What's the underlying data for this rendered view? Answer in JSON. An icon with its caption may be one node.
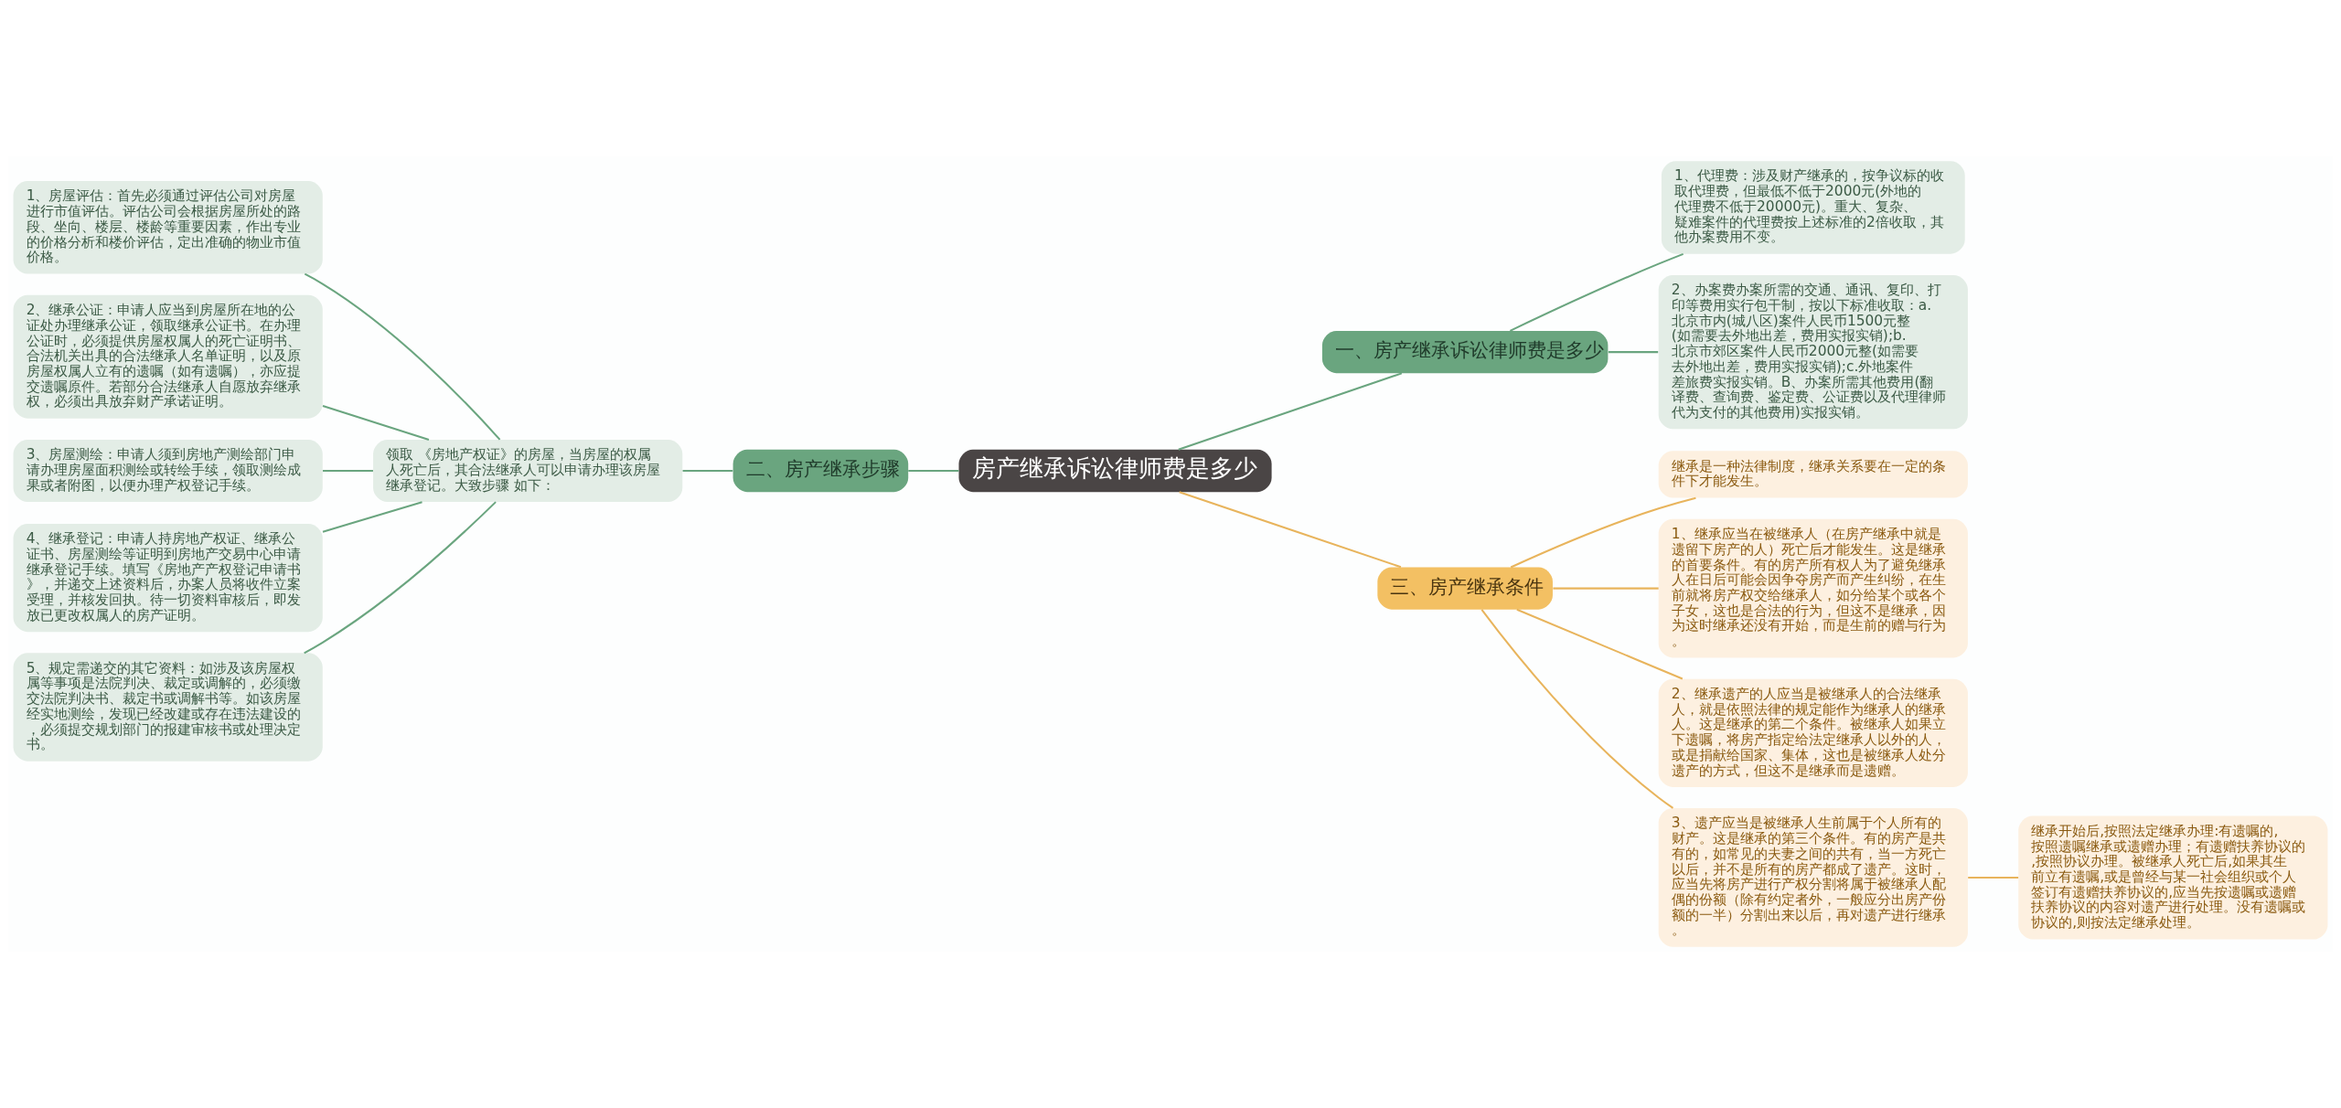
{
  "diagram": {
    "nodes": [
      {
        "text": [
          "房产继承诉讼律师费是多少"
        ]
      },
      {
        "text": [
          "一、房产继承诉讼律师费是多少"
        ]
      },
      {
        "text": [
          "1、代理费：涉及财产继承的，按争议标的收取代理费，但最低不低于2000元(外地的代理费不低于20000元)。重大、复杂、疑难案件的代理费按上述标准的2倍收取，其他办案费用不变。"
        ]
      },
      {
        "text": [
          "2、办案费办案所需的交通、通讯、复印、打印等费用实行包干制，按以下标准收取：a.北京市内(城八区)案件人民币1500元整(如需要去外地出差，费用实报实销);b.北京市郊区案件人民币2000元整(如需要去外地出差，费用实报实销);c.外地案件差旅费实报实销。B、办案所需其他费用(翻译费、查询费、鉴定费、公证费以及代理律师代为支付的其他费用)实报实销。"
        ]
      },
      {
        "text": [
          "二、房产继承步骤"
        ]
      },
      {
        "text": [
          "领取 《房地产权证》的房屋，当房屋的权属人死亡后，其合法继承人可以申请办理该房屋继承登记。大致步骤 如下："
        ]
      },
      {
        "text": [
          "1、房屋评估：首先必须通过评估公司对房屋进行市值评估。评估公司会根据房屋所处的路段、坐向、楼层、楼龄等重要因素，作出专业的价格分析和楼价评估，定出准确的物业市值价格。"
        ]
      },
      {
        "text": [
          "2、继承公证：申请人应当到房屋所在地的公证处办理继承公证，领取继承公证书。在办理公证时，必须提供房屋权属人的死亡证明书、合法机关出具的合法继承人名单证明，以及原房屋权属人立有的遗嘱（如有遗嘱），亦应提交遗嘱原件。若部分合法继承人自愿放弃继承权，必须出具放弃财产承诺证明。"
        ]
      },
      {
        "text": [
          "3、房屋测绘：申请人须到房地产测绘部门申请办理房屋面积测绘或转绘手续，领取测绘成果或者附图，以便办理产权登记手续。"
        ]
      },
      {
        "text": [
          "4、继承登记：申请人持房地产权证、继承公证书、房屋测绘等证明到房地产交易中心申请继承登记手续。填写《房地产产权登记申请书》，并递交上述资料后，办案人员将收件立案受理，并核发回执。待一切资料审核后，即发放已更改权属人的房产证明。"
        ]
      },
      {
        "text": [
          "5、规定需递交的其它资料：如涉及该房屋权属等事项是法院判决、裁定或调解的，必须缴交法院判决书、裁定书或调解书等。如该房屋经实地测绘，发现已经改建或存在违法建设的，必须提交规划部门的报建审核书或处理决定书。"
        ]
      },
      {
        "text": [
          "三、房产继承条件"
        ]
      },
      {
        "text": [
          "继承是一种法律制度，继承关系要在一定的条件下才能发生。"
        ]
      },
      {
        "text": [
          "1、继承应当在被继承人（在房产继承中就是遗留下房产的人）死亡后才能发生。这是继承的首要条件。有的房产所有权人为了避免继承人在日后可能会因争夺房产而产生纠纷，在生前就将房产权交给继承人，如分给某个或各个子女，这也是合法的行为，但这不是继承，因为这时继承还没有开始，而是生前的赠与行为。"
        ]
      },
      {
        "text": [
          "2、继承遗产的人应当是被继承人的合法继承人，就是依照法律的规定能作为继承人的继承人。这是继承的第二个条件。被继承人如果立下遗嘱，将房产指定给法定继承人以外的人，或是捐献给国家、集体，这也是被继承人处分遗产的方式，但这不是继承而是遗赠。"
        ]
      },
      {
        "text": [
          "3、遗产应当是被继承人生前属于个人所有的财产。这是继承的第三个条件。有的房产是共有的，如常见的夫妻之间的共有，当一方死亡以后，并不是所有的房产都成了遗产。这时，应当先将房产进行产权分割将属于被继承人配偶的份额（除有约定者外，一般应分出房产份额的一半）分割出来以后，再对遗产进行继承。"
        ]
      },
      {
        "text": [
          "继承开始后,按照法定继承办理:有遗嘱的,按照遗嘱继承或遗赠办理；有遗赠扶养协议的,按照协议办理。被继承人死亡后,如果其生前立有遗嘱,或是曾经与某一社会组织或个人签订有遗赠扶养协议的,应当先按遗嘱或遗赠扶养协议的内容对遗产进行处理。没有遗嘱或协议的,则按法定继承处理。"
        ]
      }
    ],
    "edges": [
      {
        "from": 0,
        "to": 1,
        "arrow": "none"
      },
      {
        "from": 1,
        "to": 2,
        "arrow": "none"
      },
      {
        "from": 1,
        "to": 3,
        "arrow": "none"
      },
      {
        "from": 0,
        "to": 4,
        "arrow": "none"
      },
      {
        "from": 4,
        "to": 5,
        "arrow": "none"
      },
      {
        "from": 5,
        "to": 6,
        "arrow": "none"
      },
      {
        "from": 5,
        "to": 7,
        "arrow": "none"
      },
      {
        "from": 5,
        "to": 8,
        "arrow": "none"
      },
      {
        "from": 5,
        "to": 9,
        "arrow": "none"
      },
      {
        "from": 5,
        "to": 10,
        "arrow": "none"
      },
      {
        "from": 0,
        "to": 11,
        "arrow": "none",
        "color": "#e8b45c"
      },
      {
        "from": 11,
        "to": 12,
        "arrow": "none",
        "color": "#e8b45c"
      },
      {
        "from": 11,
        "to": 13,
        "arrow": "none",
        "color": "#e8b45c"
      },
      {
        "from": 11,
        "to": 14,
        "arrow": "none",
        "color": "#e8b45c"
      },
      {
        "from": 11,
        "to": 15,
        "arrow": "none",
        "color": "#e8b45c"
      },
      {
        "from": 15,
        "to": 16,
        "arrow": "none",
        "color": "#e8b45c"
      }
    ]
  }
}
